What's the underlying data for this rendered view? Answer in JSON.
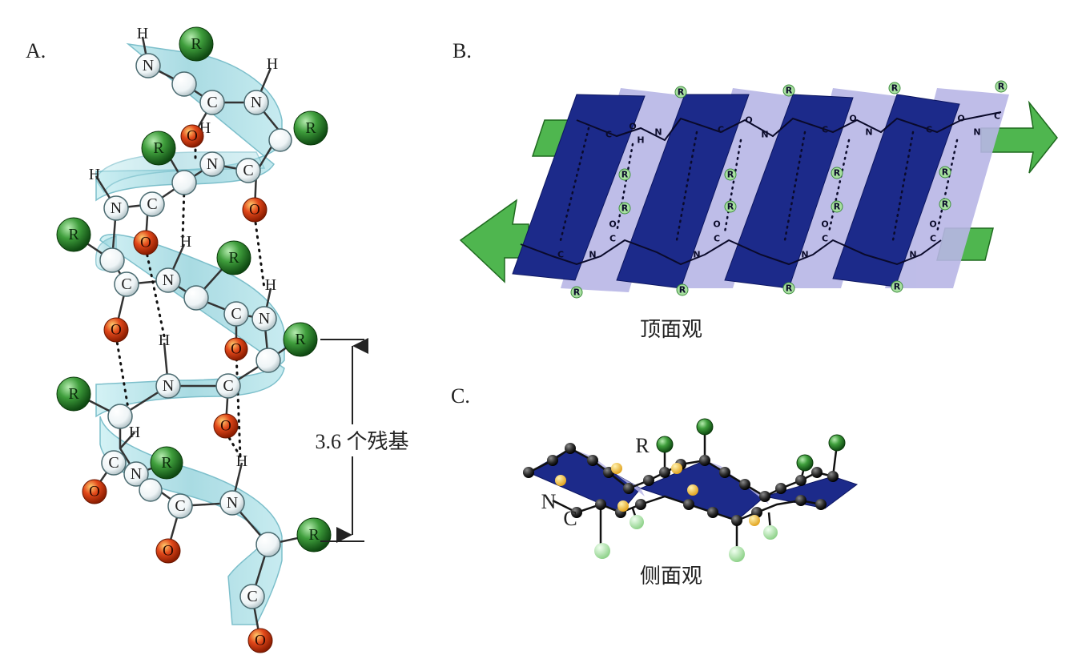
{
  "panels": {
    "a": {
      "label": "A."
    },
    "b": {
      "label": "B.",
      "caption": "顶面观"
    },
    "c": {
      "label": "C.",
      "caption": "侧面观"
    }
  },
  "atoms": {
    "N": "N",
    "C": "C",
    "O": "O",
    "H": "H",
    "R": "R"
  },
  "measure": {
    "label": "3.6 个残基"
  },
  "colors": {
    "helix_ribbon": "#9fd6de",
    "r_group": "#2f8a2f",
    "oxygen": "#d83a10",
    "sheet_strand": "#1c2a8a",
    "sheet_light": "#b8b6e6",
    "arrow": "#4fb64f",
    "atom_dark": "#2b2b2b",
    "atom_yellow": "#f2c040",
    "atom_lightgreen": "#a8e0a0"
  }
}
